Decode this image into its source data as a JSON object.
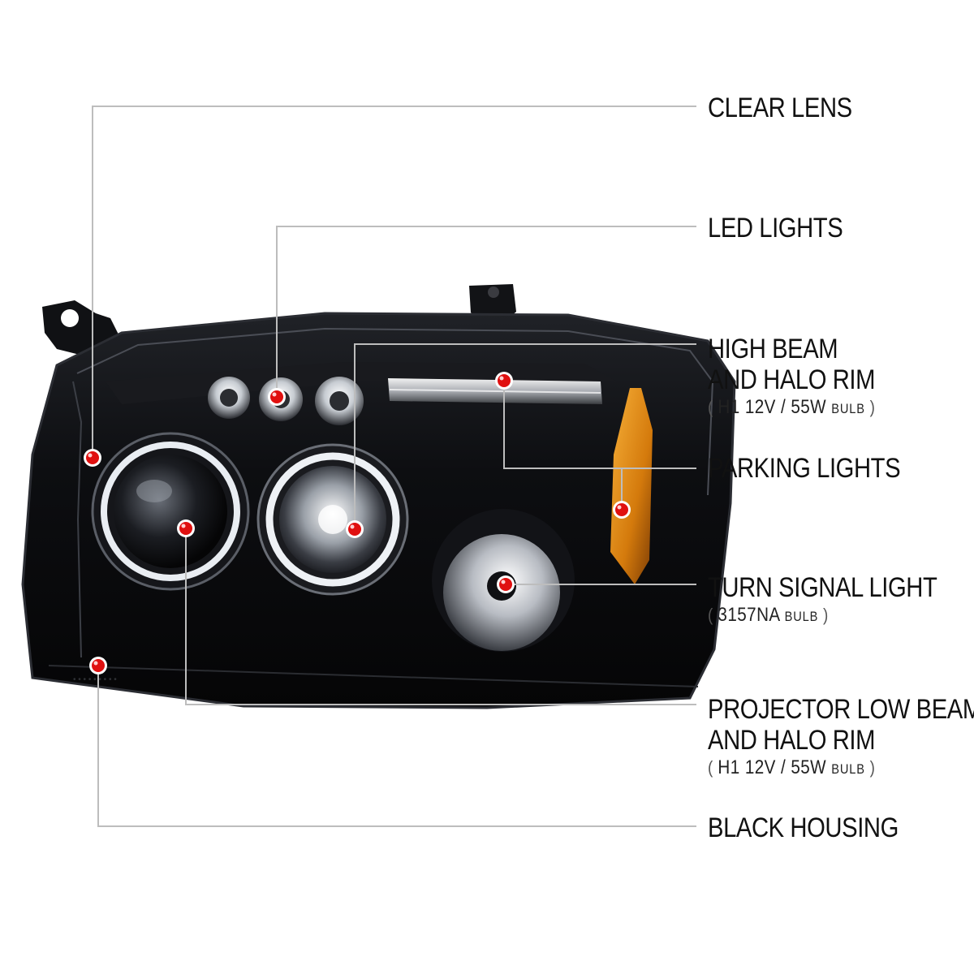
{
  "callouts": {
    "clear_lens": {
      "title": "CLEAR LENS"
    },
    "led_lights": {
      "title": "LED LIGHTS"
    },
    "high_beam": {
      "title_line1": "HIGH BEAM",
      "title_line2": "AND HALO RIM",
      "spec_main": "H1  12V / 55W",
      "spec_unit": "BULB"
    },
    "parking_lights": {
      "title": "PARKING LIGHTS"
    },
    "turn_signal": {
      "title": "TURN SIGNAL LIGHT",
      "spec_main": "3157NA",
      "spec_unit": "BULB"
    },
    "projector_low_beam": {
      "title_line1": "PROJECTOR LOW BEAM",
      "title_line2": "AND HALO RIM",
      "spec_main": "H1  12V / 55W",
      "spec_unit": "BULB"
    },
    "black_housing": {
      "title": "BLACK HOUSING"
    }
  },
  "colors": {
    "leader_line": "#bdbdbd",
    "marker": "#e01010",
    "housing": "#0b0b0d",
    "amber": "#e08a12"
  }
}
